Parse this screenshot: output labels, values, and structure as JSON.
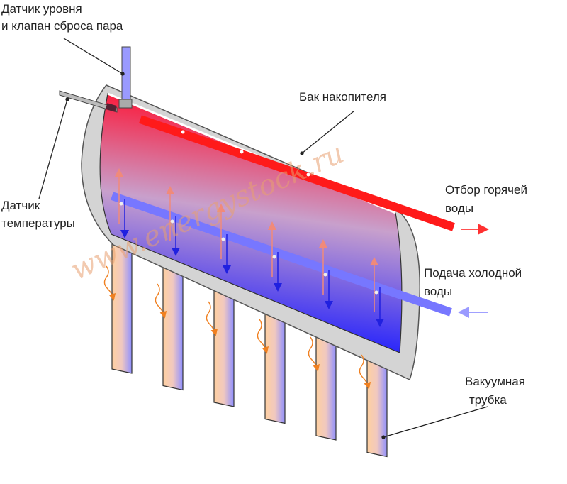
{
  "labels": {
    "level_sensor_line1": "Датчик уровня",
    "level_sensor_line2": "и клапан сброса пара",
    "tank": "Бак накопителя",
    "hot_out_line1": "Отбор горячей",
    "hot_out_line2": "воды",
    "cold_in_line1": "Подача холодной",
    "cold_in_line2": "воды",
    "temp_sensor_line1": "Датчик",
    "temp_sensor_line2": "температуры",
    "vacuum_tube_line1": "Вакуумная",
    "vacuum_tube_line2": "трубка"
  },
  "watermark": "www.energystock.ru",
  "colors": {
    "hot": "#ff1a1a",
    "cold": "#7777ff",
    "tank_shell": "#d4d4d4",
    "heat_arrow": "#f08020"
  },
  "tube_count": 6
}
